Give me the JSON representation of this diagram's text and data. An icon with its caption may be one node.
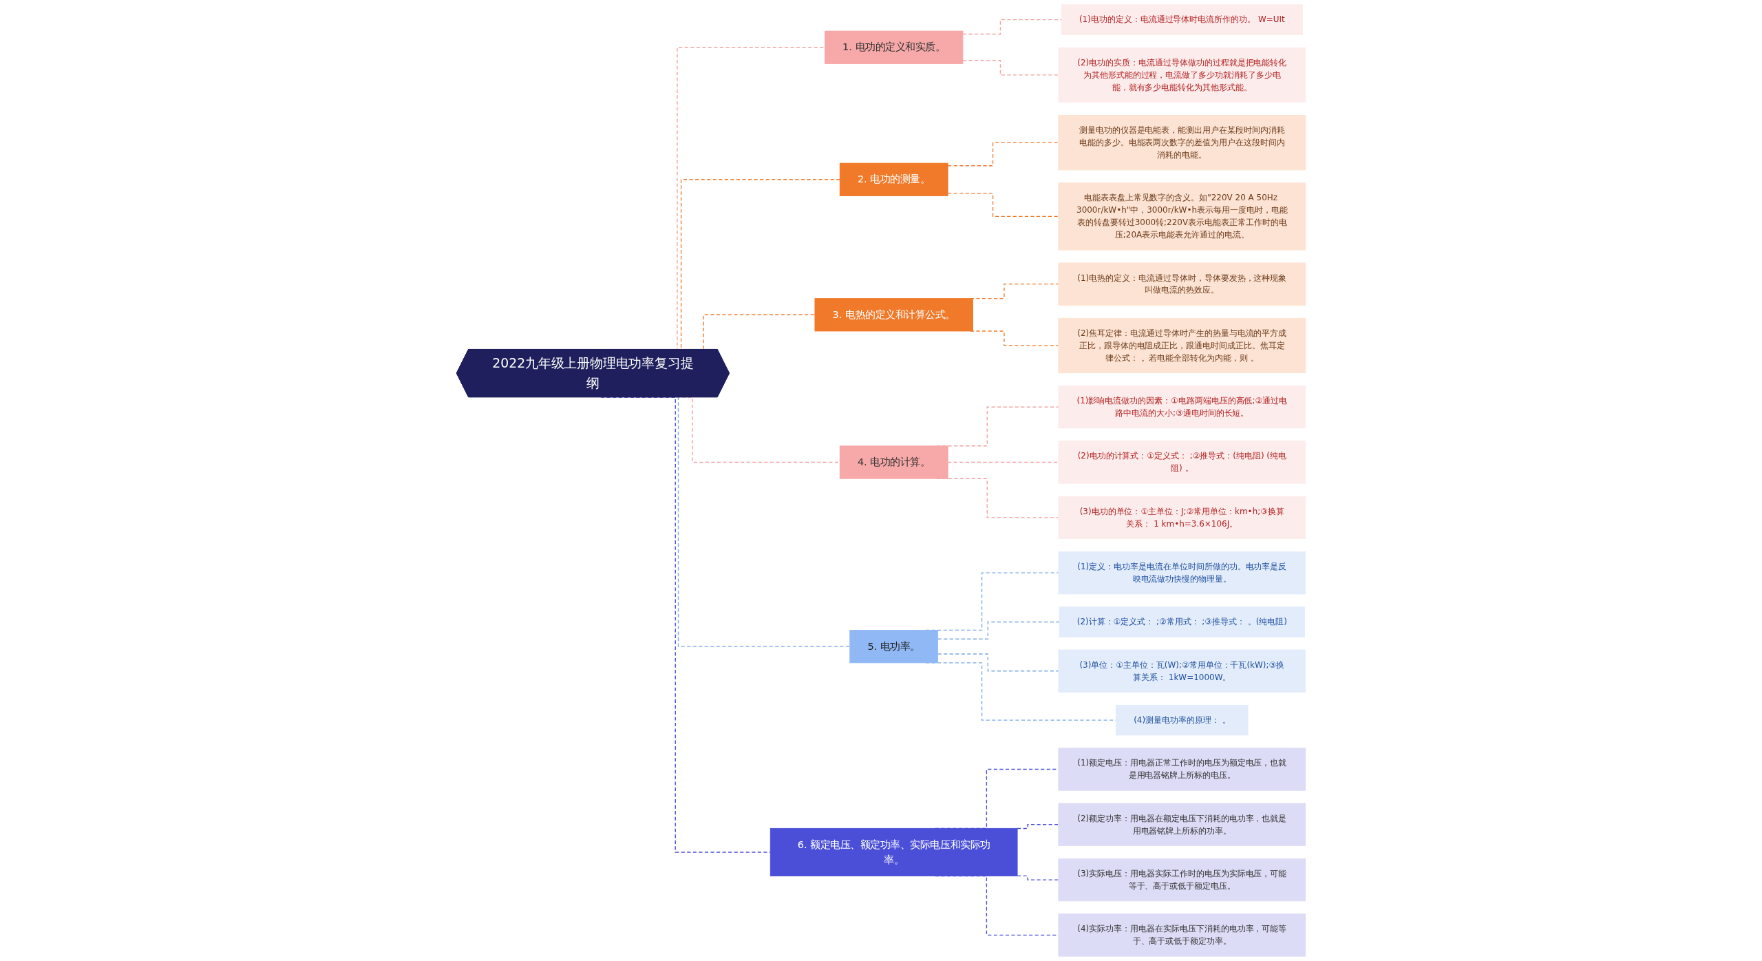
{
  "diagram": {
    "nodes": [
      {
        "text": [
          "2022九年级上册物理电功率复习提纲"
        ]
      },
      {
        "text": [
          "1. 电功的定义和实质。"
        ]
      },
      {
        "text": [
          "(1)电功的定义：电流通过导体时电流所作的功。 W=UIt"
        ]
      },
      {
        "text": [
          "(2)电功的实质：电流通过导体做功的过程就是把电能转化为其他形式能的过程，电流做了多少功就消耗了多少电能，就有多少电能转化为其他形式能。"
        ]
      },
      {
        "text": [
          "2. 电功的测量。"
        ]
      },
      {
        "text": [
          "测量电功的仪器是电能表，能测出用户在某段时间内消耗电能的多少。电能表两次数字的差值为用户在这段时间内消耗的电能。"
        ]
      },
      {
        "text": [
          "电能表表盘上常见数字的含义。如\"220V 20 A 50Hz 3000r/kW•h\"中，3000r/kW•h表示每用一度电时，电能表的转盘要转过3000转;220V表示电能表正常工作时的电压;20A表示电能表允许通过的电流。"
        ]
      },
      {
        "text": [
          "3. 电热的定义和计算公式。"
        ]
      },
      {
        "text": [
          "(1)电热的定义：电流通过导体时，导体要发热，这种现象叫做电流的热效应。"
        ]
      },
      {
        "text": [
          "(2)焦耳定律：电流通过导体时产生的热量与电流的平方成正比，跟导体的电阻成正比，跟通电时间成正比。焦耳定律公式： 。若电能全部转化为内能，则 。"
        ]
      },
      {
        "text": [
          "4. 电功的计算。"
        ]
      },
      {
        "text": [
          "(1)影响电流做功的因素：①电路两端电压的高低;②通过电路中电流的大小;③通电时间的长短。"
        ]
      },
      {
        "text": [
          "(2)电功的计算式：①定义式： ;②推导式：(纯电阻) (纯电阻) 。"
        ]
      },
      {
        "text": [
          "(3)电功的单位：①主单位：J;②常用单位：km•h;③换算关系： 1 km•h=3.6×106J。"
        ]
      },
      {
        "text": [
          "5. 电功率。"
        ]
      },
      {
        "text": [
          "(1)定义：电功率是电流在单位时间所做的功。电功率是反映电流做功快慢的物理量。"
        ]
      },
      {
        "text": [
          "(2)计算：①定义式： ;②常用式： ;③推导式： 。(纯电阻)"
        ]
      },
      {
        "text": [
          "(3)单位：①主单位：瓦(W);②常用单位：千瓦(kW);③换算关系： 1kW=1000W。"
        ]
      },
      {
        "text": [
          "(4)测量电功率的原理： 。"
        ]
      },
      {
        "text": [
          "6. 额定电压、额定功率、实际电压和实际功率。"
        ]
      },
      {
        "text": [
          "(1)额定电压：用电器正常工作时的电压为额定电压，也就是用电器铭牌上所标的电压。"
        ]
      },
      {
        "text": [
          "(2)额定功率：用电器在额定电压下消耗的电功率，也就是用电器铭牌上所标的功率。"
        ]
      },
      {
        "text": [
          "(3)实际电压：用电器实际工作时的电压为实际电压，可能等于、高于或低于额定电压。"
        ]
      },
      {
        "text": [
          "(4)实际功率：用电器在实际电压下消耗的电功率，可能等于、高于或低于额定功率。"
        ]
      }
    ],
    "edges": [
      {
        "from": 0,
        "to": 1,
        "arrow": "none",
        "style": "dashed",
        "color": "#f4a0a0"
      },
      {
        "from": 1,
        "to": 2,
        "arrow": "none",
        "style": "dashed",
        "color": "#f4a0a0"
      },
      {
        "from": 1,
        "to": 3,
        "arrow": "none",
        "style": "dashed",
        "color": "#f4a0a0"
      },
      {
        "from": 0,
        "to": 4,
        "arrow": "none",
        "style": "dashed",
        "color": "#f07a2a"
      },
      {
        "from": 4,
        "to": 5,
        "arrow": "none",
        "style": "dashed",
        "color": "#f07a2a"
      },
      {
        "from": 4,
        "to": 6,
        "arrow": "none",
        "style": "dashed",
        "color": "#f07a2a"
      },
      {
        "from": 0,
        "to": 7,
        "arrow": "none",
        "style": "dashed",
        "color": "#f07a2a"
      },
      {
        "from": 7,
        "to": 8,
        "arrow": "none",
        "style": "dashed",
        "color": "#f07a2a"
      },
      {
        "from": 7,
        "to": 9,
        "arrow": "none",
        "style": "dashed",
        "color": "#f07a2a"
      },
      {
        "from": 0,
        "to": 10,
        "arrow": "none",
        "style": "dashed",
        "color": "#f4a0a0"
      },
      {
        "from": 10,
        "to": 11,
        "arrow": "none",
        "style": "dashed",
        "color": "#f4a0a0"
      },
      {
        "from": 10,
        "to": 12,
        "arrow": "none",
        "style": "dashed",
        "color": "#f4a0a0"
      },
      {
        "from": 10,
        "to": 13,
        "arrow": "none",
        "style": "dashed",
        "color": "#f4a0a0"
      },
      {
        "from": 0,
        "to": 14,
        "arrow": "none",
        "style": "dashed",
        "color": "#7aa7e8"
      },
      {
        "from": 14,
        "to": 15,
        "arrow": "none",
        "style": "dashed",
        "color": "#7aa7e8"
      },
      {
        "from": 14,
        "to": 16,
        "arrow": "none",
        "style": "dashed",
        "color": "#7aa7e8"
      },
      {
        "from": 14,
        "to": 17,
        "arrow": "none",
        "style": "dashed",
        "color": "#7aa7e8"
      },
      {
        "from": 14,
        "to": 18,
        "arrow": "none",
        "style": "dashed",
        "color": "#7aa7e8"
      },
      {
        "from": 0,
        "to": 19,
        "arrow": "none",
        "style": "dashed",
        "color": "#4b4fd8"
      },
      {
        "from": 19,
        "to": 20,
        "arrow": "none",
        "style": "dashed",
        "color": "#4b4fd8"
      },
      {
        "from": 19,
        "to": 21,
        "arrow": "none",
        "style": "dashed",
        "color": "#4b4fd8"
      },
      {
        "from": 19,
        "to": 22,
        "arrow": "none",
        "style": "dashed",
        "color": "#4b4fd8"
      },
      {
        "from": 19,
        "to": 23,
        "arrow": "none",
        "style": "dashed",
        "color": "#4b4fd8"
      }
    ]
  }
}
